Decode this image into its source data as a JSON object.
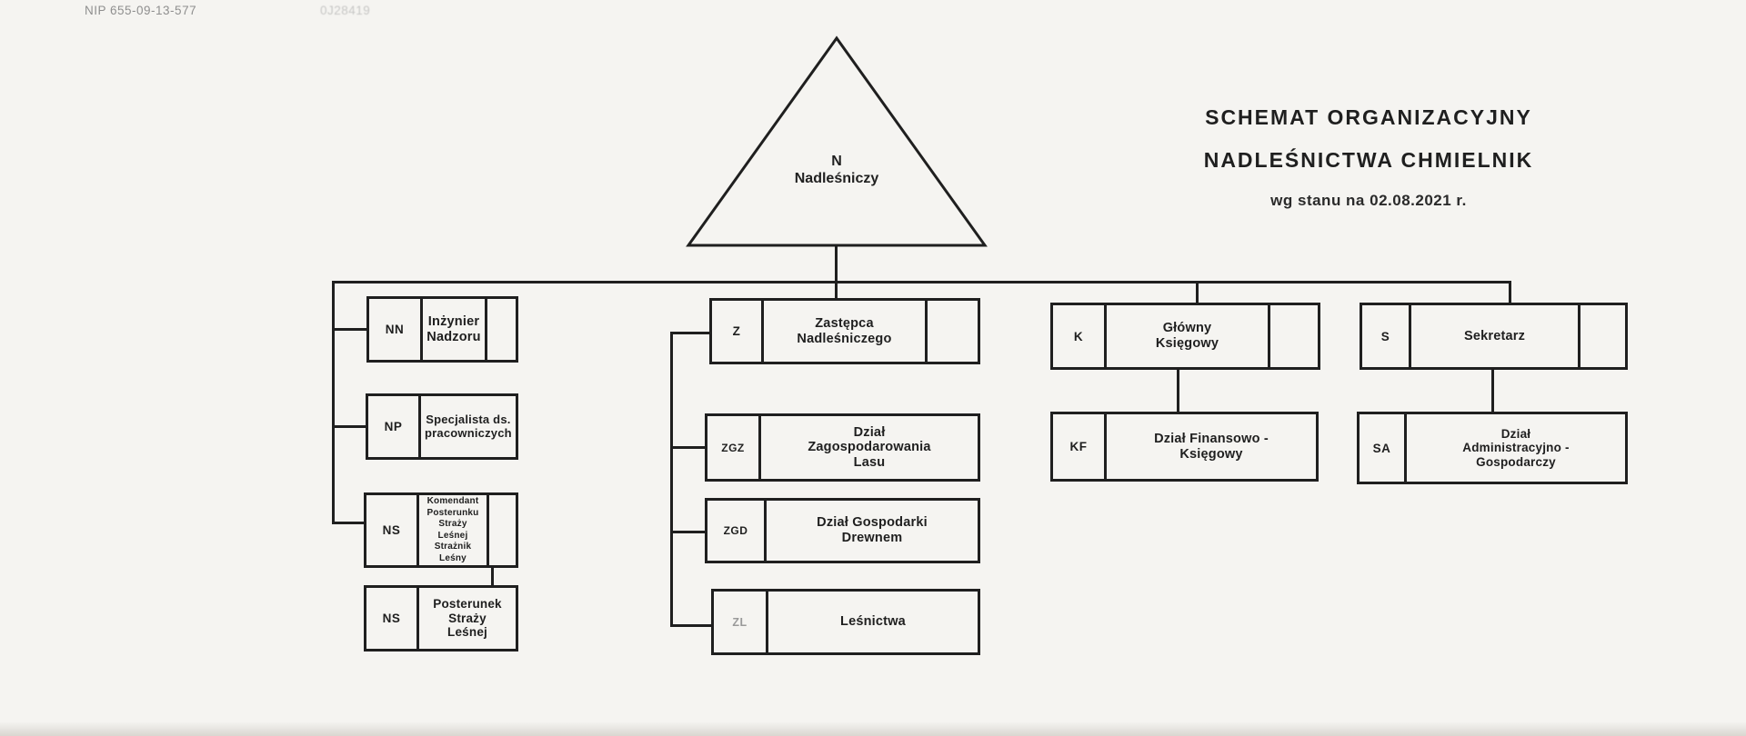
{
  "stamp": {
    "nip": "NIP 655-09-13-577",
    "faded": "0J28419"
  },
  "title": {
    "line1": "SCHEMAT ORGANIZACYJNY",
    "line2": "NADLEŚNICTWA CHMIELNIK",
    "line3": "wg stanu na 02.08.2021 r."
  },
  "root": {
    "code": "N",
    "label": "Nadleśniczy"
  },
  "columns": [
    {
      "boxes": [
        {
          "code": "NN",
          "label": "Inżynier\nNadzoru"
        },
        {
          "code": "NP",
          "label": "Specjalista ds.\npracowniczych"
        },
        {
          "code": "NS",
          "label": "Komendant\nPosterunku Straży Leśnej\nStrażnik Leśny"
        },
        {
          "code": "NS",
          "label": "Posterunek Straży\nLeśnej"
        }
      ]
    },
    {
      "boxes": [
        {
          "code": "Z",
          "label": "Zastępca\nNadleśniczego"
        },
        {
          "code": "ZGZ",
          "label": "Dział\nZagospodarowania\nLasu"
        },
        {
          "code": "ZGD",
          "label": "Dział Gospodarki\nDrewnem"
        },
        {
          "code": "ZL",
          "label": "Leśnictwa"
        }
      ]
    },
    {
      "boxes": [
        {
          "code": "K",
          "label": "Główny\nKsięgowy"
        },
        {
          "code": "KF",
          "label": "Dział Finansowo -\nKsięgowy"
        }
      ]
    },
    {
      "boxes": [
        {
          "code": "S",
          "label": "Sekretarz"
        },
        {
          "code": "SA",
          "label": "Dział\nAdministracyjno -\nGospodarczy"
        }
      ]
    }
  ],
  "colors": {
    "ink": "#1f1f1f",
    "paper": "#f5f4f1",
    "faded_ink": "#8f8f8f"
  }
}
